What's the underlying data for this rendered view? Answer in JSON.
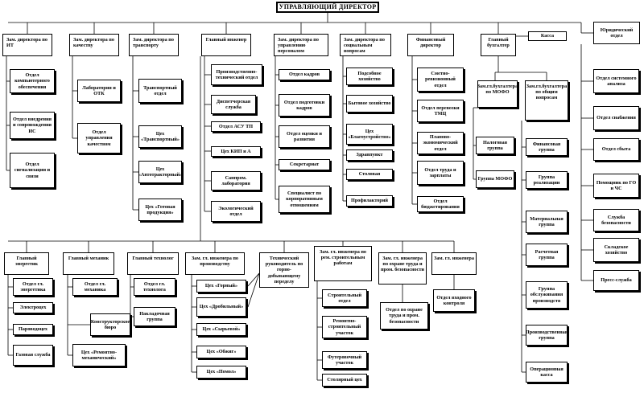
{
  "director": "УПРАВЛЯЮЩИЙ ДИРЕКТОР",
  "top_row": {
    "it": "Зам. директора по ИТ",
    "quality": "Зам. директора по качеству",
    "transport": "Зам. директора по транспорту",
    "chief_engineer": "Главный инженер",
    "personnel": "Зам. директора по управлению персоналом",
    "social": "Зам. директора по социальным вопросам",
    "finance": "Финансовый директор",
    "chief_accountant": "Главный бухгалтер",
    "cashier": "Касса",
    "legal": "Юридический отдел"
  },
  "it_units": [
    "Отдел компьютерного обеспечения",
    "Отдел внедрения и сопровождения ИС",
    "Отдел сигнализации и связи"
  ],
  "quality_units": [
    "Лаборатория и ОТК",
    "Отдел управления качеством"
  ],
  "transport_units": [
    "Транспортный отдел",
    "Цех «Транспортный»",
    "Цех «Автотракторный»",
    "Цех «Готовая продукция»"
  ],
  "engineer_units": [
    "Производственно-технический отдел",
    "Диспетчерская служба",
    "Отдел АСУ ТП",
    "Цех КИП и А",
    "Санпром. лаборатория",
    "Экологический отдел"
  ],
  "personnel_units": [
    "Отдел кадров",
    "Отдел подготовки кадров",
    "Отдел оценки и развития",
    "Секретариат",
    "Специалист по корпоративным отношениям"
  ],
  "social_units": [
    "Подсобное хозяйство",
    "Бытовое хозяйство",
    "Цех «Благоустройство»",
    "Здравпункт",
    "Столовая",
    "Профилакторий"
  ],
  "finance_units": [
    "Сметно-ревизионный отдел",
    "Отдел перевозки ТМЦ",
    "Планово-экономический отдел",
    "Отдел труда и зарплаты",
    "Отдел бюджетирования"
  ],
  "accounting": {
    "mofo_deputy": "Зам.гл.бухгалтера по МОФО",
    "general_deputy": "Зам.гл.бухгалтера по общим вопросам",
    "mofo_groups": [
      "Налоговая группа",
      "Группа МОФО"
    ],
    "general_groups": [
      "Финансовая группа",
      "Группа реализации",
      "Материальная группа",
      "Расчетная группа",
      "Группа обслуживания производств",
      "Производственная группа",
      "Операционная касса"
    ]
  },
  "right_units": [
    "Отдел системного анализа",
    "Отдел снабжения",
    "Отдел сбыта",
    "Помощник по ГО и ЧС",
    "Служба безопасности",
    "Складское хозяйство",
    "Пресс-служба"
  ],
  "bottom_row": {
    "energy": "Главный энергетик",
    "mechanic": "Главный механик",
    "technologist": "Главный технолог",
    "production": "Зам. гл. инженера по производству",
    "mining": "Технический руководитель по горно-добывающему переделу",
    "repair": "Зам. гл. инженера по рем. строительным работам",
    "safety": "Зам. гл. инженера по охране труда и пром. безопасности",
    "deputy": "Зам. гл. инженера"
  },
  "energy_units": [
    "Отдел гл. энергетика",
    "Электроцех",
    "Пароводоцех",
    "Газовая служба"
  ],
  "mechanic_units": [
    "Отдел гл. механика",
    "Конструкторское бюро",
    "Цех «Ремонтно-механический»"
  ],
  "tech_units": [
    "Отдел гл. технолога",
    "Накладочная группа"
  ],
  "production_units": [
    "Цех «Горный»",
    "Цех «Дробильный»",
    "Цех «Сырьевой»",
    "Цех «Обжиг»",
    "Цех «Помол»"
  ],
  "repair_units": [
    "Строительный отдел",
    "Ремонтно-строительный участок",
    "Футеровочный участок",
    "Столярный цех"
  ],
  "safety_units": [
    "Отдел по охране труда и пром. безопасности"
  ],
  "deputy_units": [
    "Отдел входного контроля"
  ]
}
